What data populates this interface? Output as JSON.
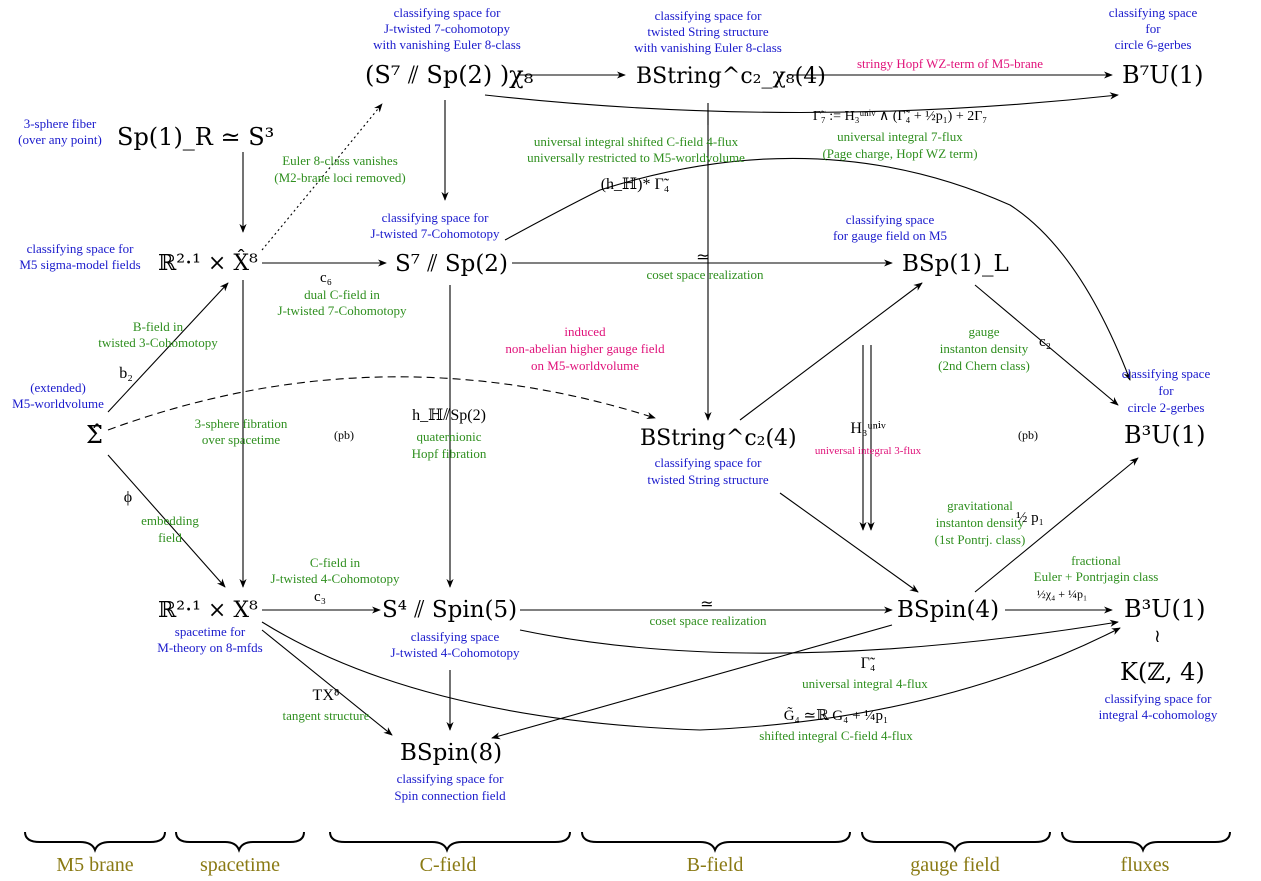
{
  "colors": {
    "blue": "#1a1acc",
    "green": "#2f8f1f",
    "magenta": "#e0127a",
    "olive": "#8a7a14",
    "black": "#000000"
  },
  "nodes": {
    "s7_sp2_chi8": "(S⁷ ⫽ Sp(2) )χ₈",
    "bstring_chi8": "BString^c₂_χ₈(4)",
    "b7u1": "B⁷U(1)",
    "sp1_s3": "Sp(1)_R ≃ S³",
    "r21_xhat8": "ℝ²·¹ × X̂⁸",
    "s7_sp2": "S⁷ ⫽ Sp(2)",
    "bsp1l": "BSp(1)_L",
    "sigma_hat": "Σ̂",
    "bstring_c2": "BString^c₂(4)",
    "b3u1_top": "B³U(1)",
    "r21_x8": "ℝ²·¹ × X⁸",
    "s4_spin5": "S⁴ ⫽ Spin(5)",
    "bspin4": "BSpin(4)",
    "b3u1_bot": "B³U(1)",
    "kz4": "K(ℤ, 4)",
    "bspin8": "BSpin(8)",
    "iso_sym": "≀"
  },
  "labels": {
    "cs_j7_vanish": [
      "classifying space for",
      "J-twisted 7-cohomotopy",
      "with vanishing Euler 8-class"
    ],
    "cs_twisted_string_vanish": [
      "classifying space for",
      "twisted String structure",
      "with vanishing Euler 8-class"
    ],
    "cs_circle6": [
      "classifying space",
      "for",
      "circle 6-gerbes"
    ],
    "hopf_wz": "stringy Hopf WZ-term of M5-brane",
    "gamma7_formula": "Γ̃₇ := H₃ᵘⁿⁱᵛ ∧ (Γ̃₄ + ½p₁) + 2Γ₇",
    "univ_7flux": [
      "universal integral 7-flux",
      "(Page charge, Hopf WZ term)"
    ],
    "sphere_fiber": [
      "3-sphere fiber",
      "(over any point)"
    ],
    "euler_vanish": [
      "Euler 8-class vanishes",
      "(M2-brane loci removed)"
    ],
    "univ_shifted_cfield": [
      "universal integral shifted C-field 4-flux",
      "universally restricted to M5-worldvolume"
    ],
    "hH_gamma4": "(h_ℍ)* Γ̃₄",
    "cs_m5_sigma": [
      "classifying space for",
      "M5 sigma-model fields"
    ],
    "cs_j7_cohomotopy": [
      "classifying space for",
      "J-twisted 7-Cohomotopy"
    ],
    "cs_gauge_m5": [
      "classifying space",
      "for gauge field on M5"
    ],
    "c6": "c₆",
    "dual_cfield": [
      "dual C-field in",
      "J-twisted 7-Cohomotopy"
    ],
    "simeq_top": "≃",
    "coset_top": "coset space realization",
    "bfield_twisted": [
      "B-field in",
      "twisted 3-Cohomotopy"
    ],
    "b2": "b₂",
    "induced_gauge": [
      "induced",
      "non-abelian higher gauge field",
      "on M5-worldvolume"
    ],
    "gauge_inst": [
      "gauge",
      "instanton density",
      "(2nd Chern class)"
    ],
    "c2": "c₂",
    "cs_circle2": [
      "classifying space",
      "for",
      "circle 2-gerbes"
    ],
    "ext_m5": [
      "(extended)",
      "M5-worldvolume"
    ],
    "sphere_fibration": [
      "3-sphere fibration",
      "over spacetime"
    ],
    "pb_left": "(pb)",
    "hH_sp2": "h_ℍ⫽Sp(2)",
    "quat_hopf": [
      "quaternionic",
      "Hopf fibration"
    ],
    "h3_univ": "H₃ᵘⁿⁱᵛ",
    "univ_3flux": "universal integral 3-flux",
    "pb_right": "(pb)",
    "cs_twisted_string": [
      "classifying space for",
      "twisted String structure"
    ],
    "phi": "ϕ",
    "embedding": [
      "embedding",
      "field"
    ],
    "grav_inst": [
      "gravitational",
      "instanton density",
      "(1st Pontrj. class)"
    ],
    "half_p1": "½ p₁",
    "cfield_j4": [
      "C-field in",
      "J-twisted 4-Cohomotopy"
    ],
    "c3": "c₃",
    "simeq_bot": "≃",
    "coset_bot": "coset space realization",
    "frac_euler": [
      "fractional",
      "Euler + Pontrjagin class"
    ],
    "frac_formula": "½χ₄ + ¼p₁",
    "spacetime_m": [
      "spacetime for",
      "M-theory on 8-mfds"
    ],
    "cs_j4": [
      "classifying space",
      "J-twisted 4-Cohomotopy"
    ],
    "gamma4": "Γ̃₄",
    "univ_4flux": "universal integral 4-flux",
    "tx8": "TX⁸",
    "tangent": "tangent structure",
    "g4_formula": "G̃₄ ≃ℝ G₄ + ¼p₁",
    "shifted_cfield": "shifted integral C-field 4-flux",
    "cs_integral4": [
      "classifying space for",
      "integral 4-cohomology"
    ],
    "cs_spin_conn": [
      "classifying space for",
      "Spin connection field"
    ]
  },
  "columns": [
    "M5 brane",
    "spacetime",
    "C-field",
    "B-field",
    "gauge field",
    "fluxes"
  ]
}
